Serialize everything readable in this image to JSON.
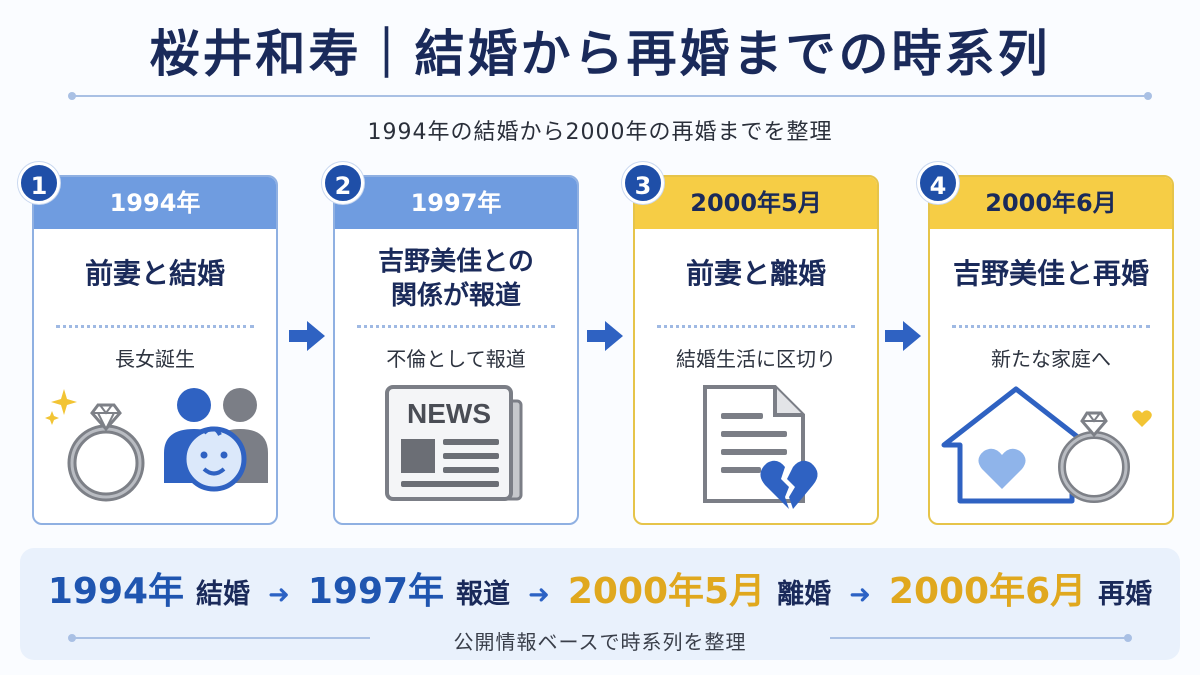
{
  "title": "桜井和寿｜結婚から再婚までの時系列",
  "subtitle": "1994年の結婚から2000年の再婚までを整理",
  "steps": [
    {
      "number": "1",
      "year": "1994年",
      "title": "前妻と結婚",
      "desc": "長女誕生",
      "icon": "ring-and-family-icon"
    },
    {
      "number": "2",
      "year": "1997年",
      "title": "吉野美佳との関係が報道",
      "title_line1": "吉野美佳との",
      "title_line2": "関係が報道",
      "desc": "不倫として報道",
      "icon": "newspaper-icon",
      "icon_text": "NEWS"
    },
    {
      "number": "3",
      "year": "2000年5月",
      "title": "前妻と離婚",
      "desc": "結婚生活に区切り",
      "icon": "document-broken-heart-icon"
    },
    {
      "number": "4",
      "year": "2000年6月",
      "title": "吉野美佳と再婚",
      "desc": "新たな家庭へ",
      "icon": "house-ring-heart-icon"
    }
  ],
  "summary": {
    "items": [
      {
        "year": "1994年",
        "event": "結婚"
      },
      {
        "year": "1997年",
        "event": "報道"
      },
      {
        "year": "2000年5月",
        "event": "離婚"
      },
      {
        "year": "2000年6月",
        "event": "再婚"
      }
    ],
    "footer": "公開情報ベースで時系列を整理"
  },
  "colors": {
    "navy": "#1a2a5a",
    "blue_header": "#6f9ce0",
    "gold_header": "#f6cd45",
    "badge": "#1f4fa8",
    "summary_bg": "#e9f1fc",
    "year_blue": "#1f55b0",
    "year_gold": "#e0a81e"
  }
}
